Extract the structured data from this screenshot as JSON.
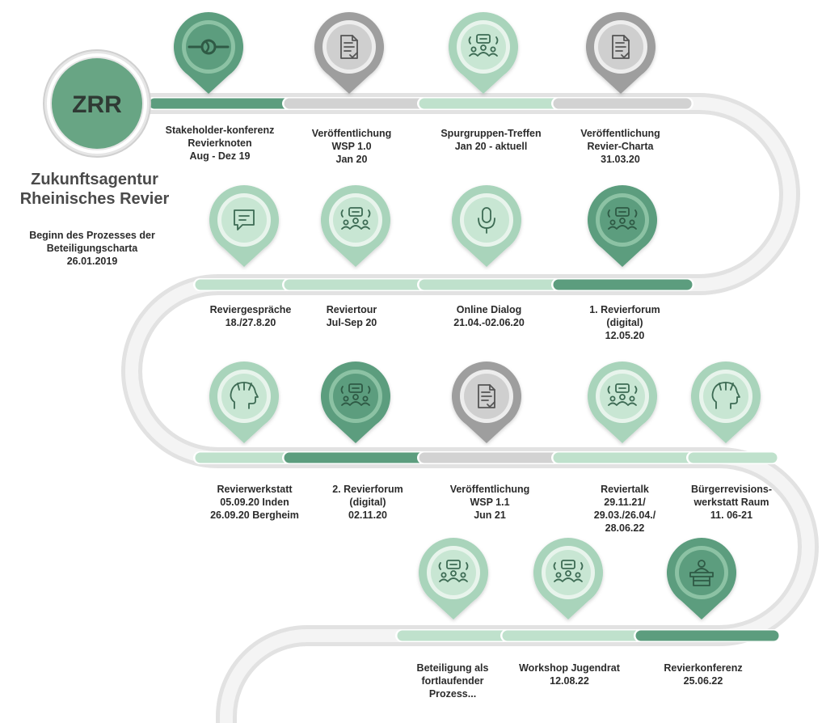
{
  "logo": {
    "text": "ZRR"
  },
  "org": {
    "name": "Zukunftsagentur\nRheinisches Revier",
    "subtitle": "Beginn des Prozesses der\nBeteiligungscharta\n26.01.2019"
  },
  "colors": {
    "dark": "#5c9d7e",
    "light": "#b7ddc7",
    "grey": "#cfcfcf",
    "road": "#e3e3e3"
  },
  "milestones": [
    {
      "label": "Stakeholder-konferenz\nRevierknoten\nAug - Dez 19",
      "icon": "knot-icon",
      "color": "dark"
    },
    {
      "label": "Veröffentlichung\nWSP 1.0\nJan 20",
      "icon": "document-icon",
      "color": "grey"
    },
    {
      "label": "Spurgruppen-Treffen\nJan 20 - aktuell",
      "icon": "group-icon",
      "color": "light"
    },
    {
      "label": "Veröffentlichung\nRevier-Charta\n31.03.20",
      "icon": "document-icon",
      "color": "grey"
    },
    {
      "label": "Reviergespräche\n18./27.8.20",
      "icon": "chat-icon",
      "color": "light"
    },
    {
      "label": "Reviertour\nJul-Sep 20",
      "icon": "group-icon",
      "color": "light"
    },
    {
      "label": "Online Dialog\n21.04.-02.06.20",
      "icon": "microphone-icon",
      "color": "light"
    },
    {
      "label": "1. Revierforum\n(digital)\n12.05.20",
      "icon": "group-icon",
      "color": "dark"
    },
    {
      "label": "Revierwerkstatt\n05.09.20 Inden\n26.09.20 Bergheim",
      "icon": "head-ideas-icon",
      "color": "light"
    },
    {
      "label": "2. Revierforum\n(digital)\n02.11.20",
      "icon": "group-icon",
      "color": "dark"
    },
    {
      "label": "Veröffentlichung\nWSP 1.1\nJun 21",
      "icon": "document-icon",
      "color": "grey"
    },
    {
      "label": "Reviertalk\n29.11.21/\n29.03./26.04./\n28.06.22",
      "icon": "group-icon",
      "color": "light"
    },
    {
      "label": "Bürgerrevisions-\nwerkstatt Raum\n11. 06-21",
      "icon": "head-ideas-icon",
      "color": "light"
    },
    {
      "label": "Beteiligung als\nfortlaufender\nProzess...",
      "icon": "group-icon",
      "color": "light"
    },
    {
      "label": "Workshop Jugendrat\n12.08.22",
      "icon": "group-icon",
      "color": "light"
    },
    {
      "label": "Revierkonferenz\n25.06.22",
      "icon": "speaker-podium-icon",
      "color": "dark"
    }
  ]
}
